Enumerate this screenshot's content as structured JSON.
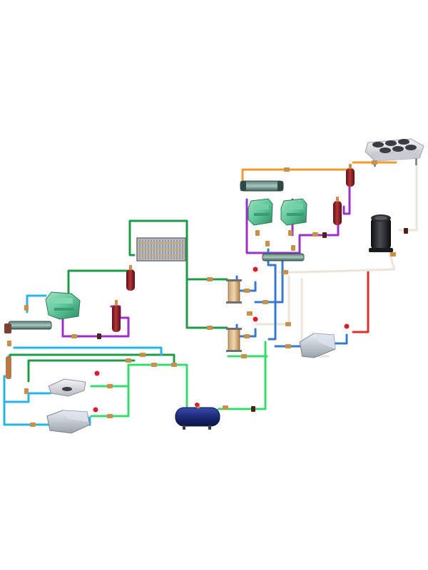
{
  "diagram": {
    "background": "#ffffff",
    "colors": {
      "pipe_orange": "#f29a2e",
      "pipe_purple": "#9a32c8",
      "pipe_green_dark": "#1f9a4a",
      "pipe_green_light": "#34dc70",
      "pipe_blue": "#3a78d0",
      "pipe_cyan": "#28b4e8",
      "pipe_red": "#e52b2b",
      "pipe_white": "#ece8dd",
      "valve_brass": "#c89048",
      "receiver_red": "#8e1c1c",
      "compressor_green": "#5fc79a",
      "tank_navy": "#1c2a78"
    },
    "components": [
      {
        "name": "gas-cooler",
        "icon": "gas-cooler-icon"
      },
      {
        "name": "co2-compressor-left",
        "icon": "compressor-icon"
      },
      {
        "name": "co2-compressor-right",
        "icon": "compressor-icon"
      },
      {
        "name": "upper-oil-separator",
        "icon": "oil-separator-icon"
      },
      {
        "name": "upper-receiver",
        "icon": "liquid-receiver-icon"
      },
      {
        "name": "scroll-compressor",
        "icon": "scroll-compressor-icon"
      },
      {
        "name": "suction-header",
        "icon": "header-icon"
      },
      {
        "name": "finned-condenser",
        "icon": "air-condenser-icon"
      },
      {
        "name": "left-compressor",
        "icon": "compressor-icon"
      },
      {
        "name": "left-oil-separator",
        "icon": "oil-separator-icon"
      },
      {
        "name": "left-receiver",
        "icon": "liquid-receiver-icon"
      },
      {
        "name": "plate-heat-exchanger-upper",
        "icon": "heat-exchanger-icon"
      },
      {
        "name": "plate-heat-exchanger-lower",
        "icon": "heat-exchanger-icon"
      },
      {
        "name": "display-cabinet-right",
        "icon": "display-cabinet-icon"
      },
      {
        "name": "unit-cooler",
        "icon": "evaporator-icon"
      },
      {
        "name": "display-cabinet-left",
        "icon": "display-cabinet-icon"
      },
      {
        "name": "flash-tank",
        "icon": "flash-tank-icon"
      }
    ]
  }
}
